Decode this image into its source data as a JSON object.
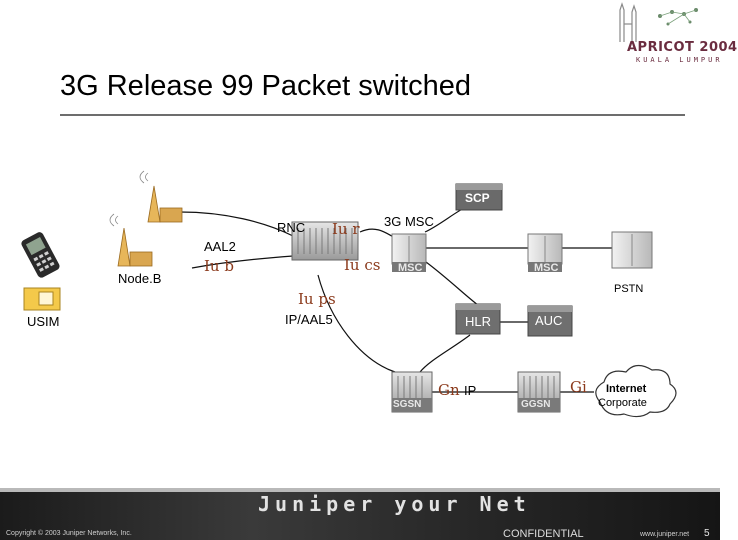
{
  "slide": {
    "title": "3G Release 99 Packet switched",
    "logo": {
      "name": "APRICOT 2004",
      "subtitle": "KUALA LUMPUR"
    }
  },
  "diagram": {
    "labels": {
      "usim": "USIM",
      "nodeb": "Node.B",
      "aal2": "AAL2",
      "iub": "Iu b",
      "rnc": "RNC",
      "iur": "Iu r",
      "iucs": "Iu cs",
      "iups": "Iu ps",
      "ip_aal5": "IP/AAL5",
      "msc_3g": "3G MSC",
      "scp": "SCP",
      "msc_1": "MSC",
      "msc_2": "MSC",
      "pstn": "PSTN",
      "hlr": "HLR",
      "auc": "AUC",
      "gn": "Gn",
      "gn_ip": "IP",
      "sgsn": "SGSN",
      "ggsn": "GGSN",
      "gi": "Gi",
      "internet": "Internet",
      "corporate": "Corporate"
    }
  },
  "footer": {
    "brand": "Juniper your Net",
    "copyright": "Copyright © 2003 Juniper Networks, Inc.",
    "confidential": "CONFIDENTIAL",
    "url": "www.juniper.net",
    "page": "5"
  }
}
